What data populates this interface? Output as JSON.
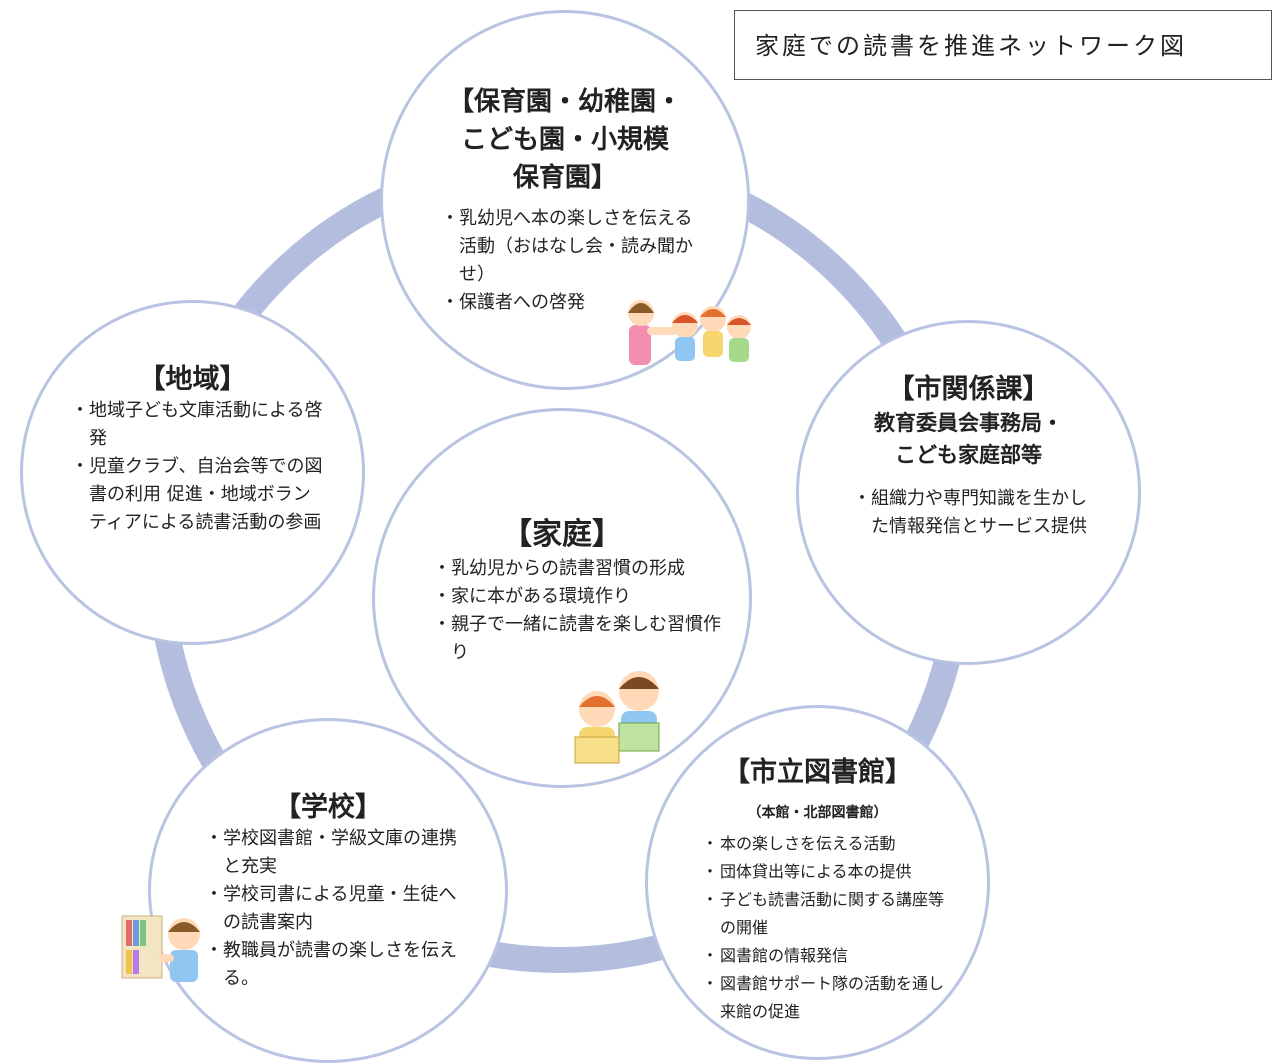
{
  "title": "家庭での読書を推進ネットワーク図",
  "nodes": {
    "nursery": {
      "title_lines": [
        "【保育園・幼稚園・",
        "こども園・小規模",
        "保育園】"
      ],
      "bullets": [
        "乳幼児へ本の楽しさを伝える活動（おはなし会・読み聞かせ）",
        "保護者への啓発"
      ]
    },
    "city": {
      "title": "【市関係課】",
      "subtitle_lines": [
        "教育委員会事務局・",
        "こども家庭部等"
      ],
      "bullets": [
        "組織力や専門知識を生かした情報発信とサービス提供"
      ]
    },
    "library": {
      "title": "【市立図書館】",
      "subtitle": "（本館・北部図書館）",
      "bullets": [
        "本の楽しさを伝える活動",
        "団体貸出等による本の提供",
        "子ども読書活動に関する講座等の開催",
        "図書館の情報発信",
        "図書館サポート隊の活動を通し来館の促進"
      ]
    },
    "school": {
      "title": "【学校】",
      "bullets": [
        "学校図書館・学級文庫の連携と充実",
        "学校司書による児童・生徒への読書案内",
        "教職員が読書の楽しさを伝える。"
      ]
    },
    "community": {
      "title": "【地域】",
      "bullets": [
        "地域子ども文庫活動による啓発",
        "児童クラブ、自治会等での図書の利用 促進・地域ボランティアによる読書活動の参画"
      ]
    },
    "home": {
      "title": "【家庭】",
      "bullets": [
        "乳幼児からの読書習慣の形成",
        "家に本がある環境作り",
        "親子で一緒に読書を楽しむ習慣作り"
      ]
    }
  },
  "colors": {
    "ring": "#b3bedf",
    "circle_border": "#b8c4e2"
  }
}
